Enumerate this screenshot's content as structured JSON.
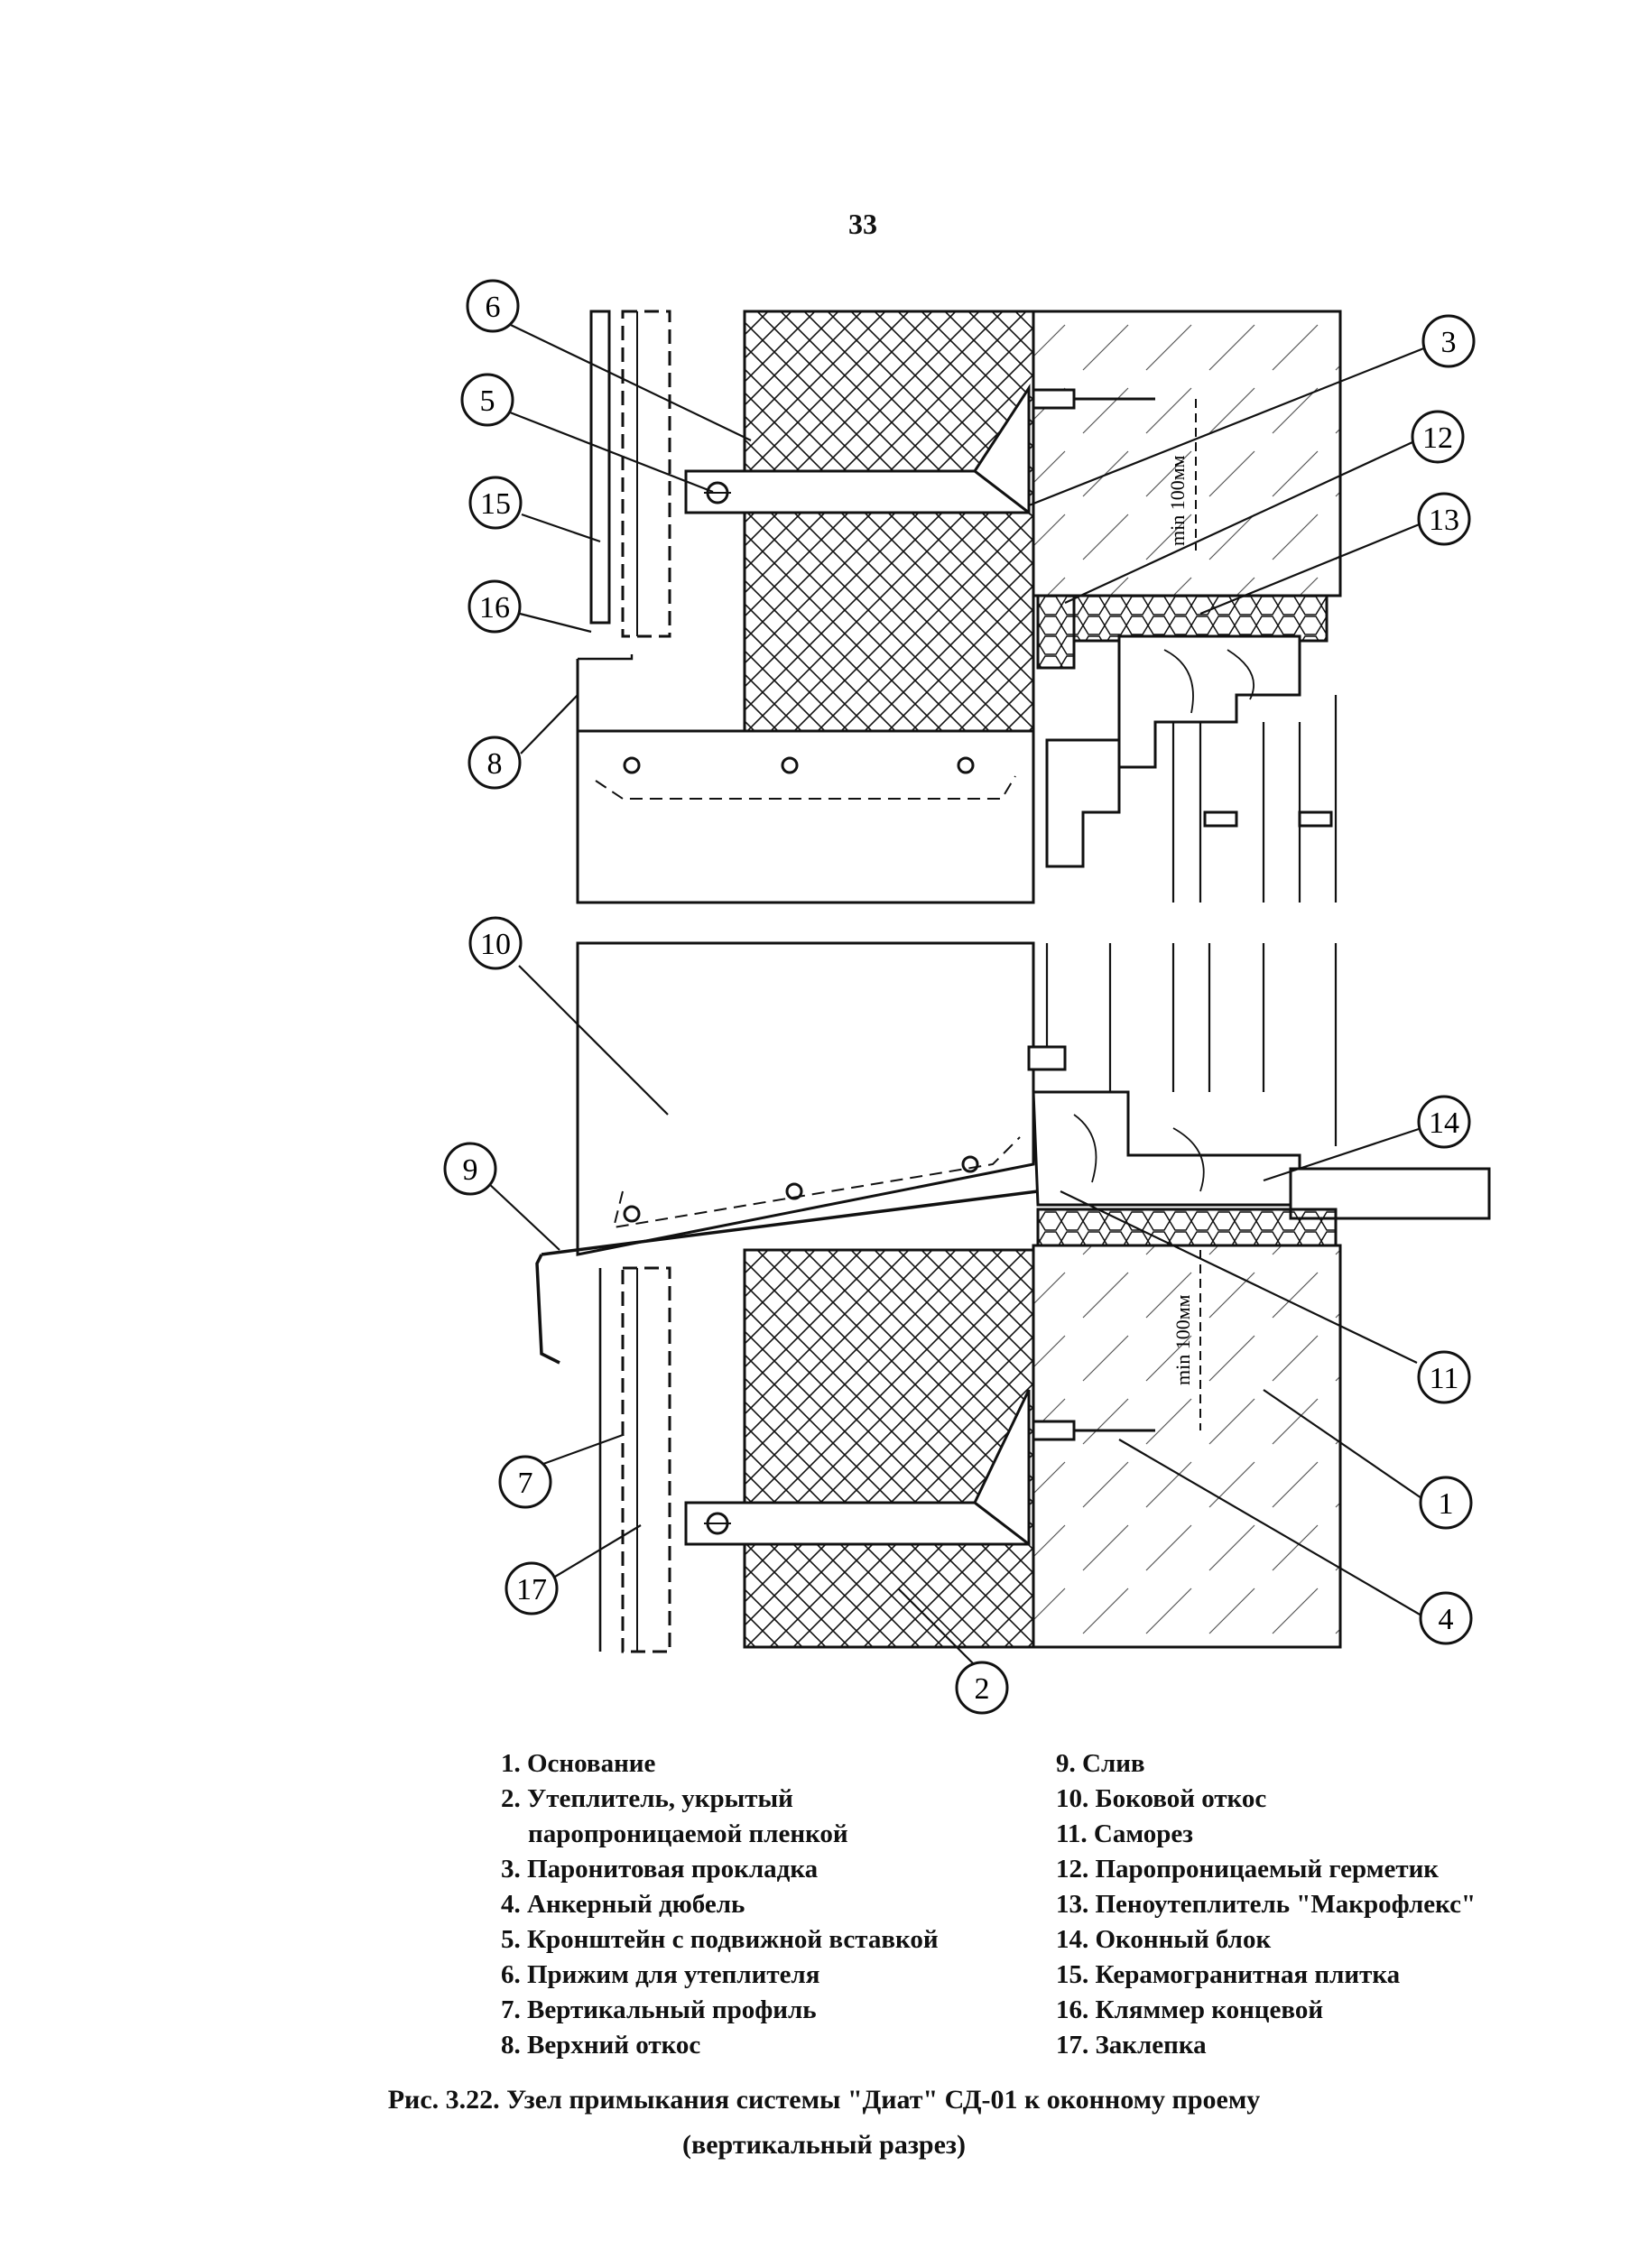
{
  "page_number": "33",
  "callouts": [
    "1",
    "2",
    "3",
    "4",
    "5",
    "6",
    "7",
    "8",
    "9",
    "10",
    "11",
    "12",
    "13",
    "14",
    "15",
    "16",
    "17"
  ],
  "dimension_label": "min 100мм",
  "legend_left": [
    {
      "num": "1.",
      "text": "Основание"
    },
    {
      "num": "2.",
      "text": "Утеплитель, укрытый",
      "cont": "паропроницаемой пленкой"
    },
    {
      "num": "3.",
      "text": "Паронитовая прокладка"
    },
    {
      "num": "4.",
      "text": "Анкерный дюбель"
    },
    {
      "num": "5.",
      "text": "Кронштейн с подвижной вставкой"
    },
    {
      "num": "6.",
      "text": "Прижим для утеплителя"
    },
    {
      "num": "7.",
      "text": "Вертикальный профиль"
    },
    {
      "num": "8.",
      "text": "Верхний откос"
    }
  ],
  "legend_right": [
    {
      "num": "9.",
      "text": "Слив"
    },
    {
      "num": "10.",
      "text": "Боковой откос"
    },
    {
      "num": "11.",
      "text": "Саморез"
    },
    {
      "num": "12.",
      "text": "Паропроницаемый герметик"
    },
    {
      "num": "13.",
      "text": "Пеноутеплитель \"Макрофлекс\""
    },
    {
      "num": "14.",
      "text": "Оконный блок"
    },
    {
      "num": "15.",
      "text": "Керамогранитная плитка"
    },
    {
      "num": "16.",
      "text": "Кляммер концевой"
    },
    {
      "num": "17.",
      "text": "Заклепка"
    }
  ],
  "caption_line1": "Рис. 3.22. Узел примыкания системы \"Диат\" СД-01 к оконному проему",
  "caption_line2": "(вертикальный разрез)",
  "colors": {
    "ink": "#111111",
    "paper": "#ffffff"
  }
}
